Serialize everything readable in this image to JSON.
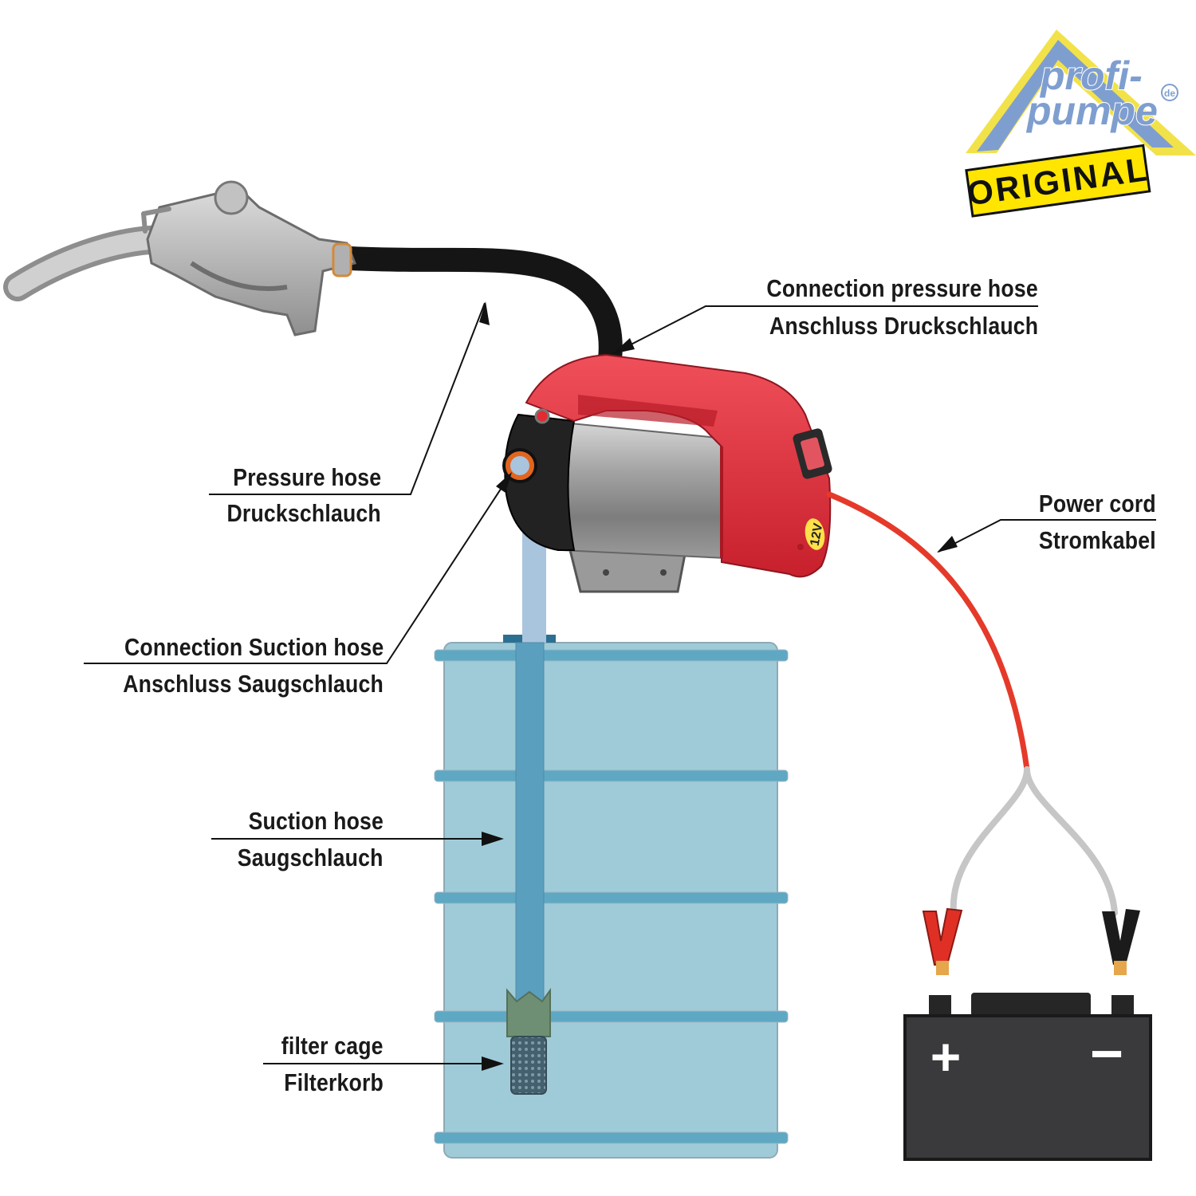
{
  "logo": {
    "line1": "profi-",
    "line2": "pumpe",
    "domain": "de",
    "badge": "ORIGINAL",
    "colors": {
      "roof": "#7f9ed0",
      "accent": "#f2e24a",
      "badge": "#ffe500",
      "text": "#7f9ed0"
    }
  },
  "labels": {
    "connection_pressure_hose": {
      "en": "Connection pressure hose",
      "de": "Anschluss Druckschlauch"
    },
    "pressure_hose": {
      "en": "Pressure hose",
      "de": "Druckschlauch"
    },
    "power_cord": {
      "en": "Power cord",
      "de": "Stromkabel"
    },
    "connection_suction_hose": {
      "en": "Connection Suction hose",
      "de": "Anschluss Saugschlauch"
    },
    "suction_hose": {
      "en": "Suction hose",
      "de": "Saugschlauch"
    },
    "filter_cage": {
      "en": "filter cage",
      "de": "Filterkorb"
    }
  },
  "pump": {
    "voltage_badge": "12V",
    "color": "#e42f3c"
  },
  "battery": {
    "plus": "+",
    "minus": "−",
    "color": "#3a3a3c"
  },
  "colors": {
    "barrel": "#9fcbd8",
    "barrel_rings": "#5ea8c4",
    "suction_hose": "#a9c4dd",
    "pressure_hose": "#151515",
    "power_cord": "#e53a2a",
    "clamp_red": "#e03026",
    "clamp_black": "#1b1b1b"
  }
}
